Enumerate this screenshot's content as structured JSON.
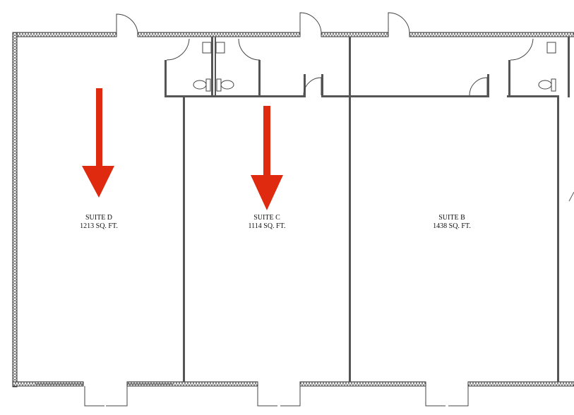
{
  "suites": [
    {
      "name": "SUITE D",
      "area": "1213 SQ. FT."
    },
    {
      "name": "SUITE C",
      "area": "1114 SQ. FT."
    },
    {
      "name": "SUITE B",
      "area": "1438 SQ. FT."
    }
  ],
  "colors": {
    "arrow": "#e02a10",
    "wall": "#444444"
  }
}
